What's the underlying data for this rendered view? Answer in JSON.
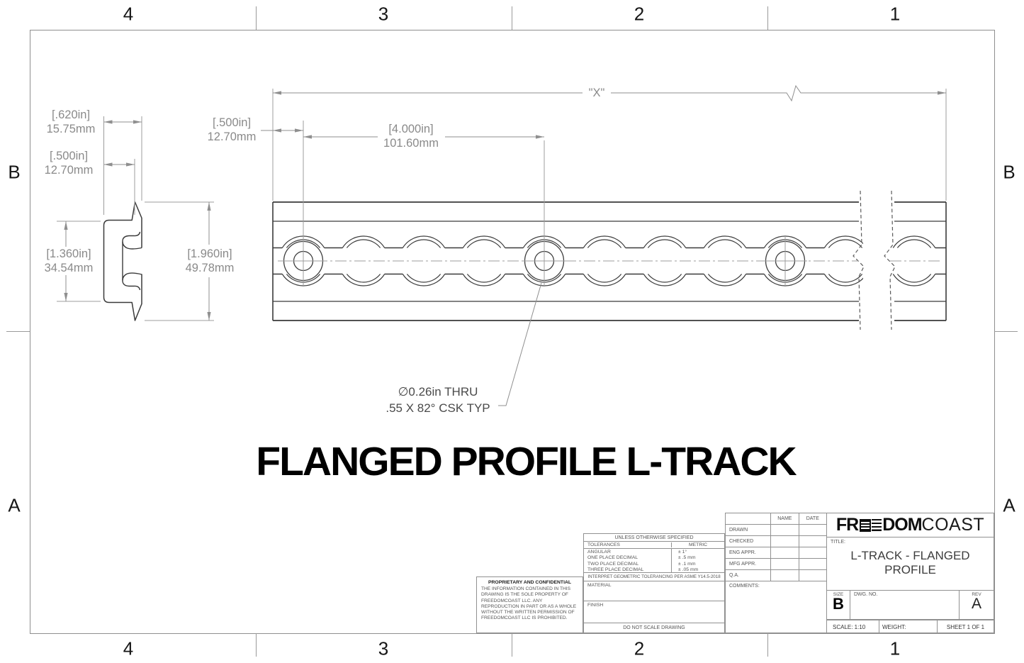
{
  "sheet": {
    "zone_cols": [
      "4",
      "3",
      "2",
      "1"
    ],
    "zone_rows": [
      "B",
      "A"
    ],
    "main_title": "FLANGED PROFILE L-TRACK"
  },
  "dims": {
    "flange_depth_in": "[.620in]",
    "flange_depth_mm": "15.75mm",
    "lip_depth_in": "[.500in]",
    "lip_depth_mm": "12.70mm",
    "body_height_in": "[1.360in]",
    "body_height_mm": "34.54mm",
    "overall_height_in": "[1.960in]",
    "overall_height_mm": "49.78mm",
    "end_offset_in": "[.500in]",
    "end_offset_mm": "12.70mm",
    "hole_pitch_in": "[4.000in]",
    "hole_pitch_mm": "101.60mm",
    "length_label": "\"X\"",
    "callout_line1": "∅0.26in THRU",
    "callout_line2": ".55 X 82° CSK TYP"
  },
  "title_block": {
    "proprietary_heading": "PROPRIETARY AND CONFIDENTIAL",
    "proprietary_body": "THE INFORMATION CONTAINED IN THIS DRAWING IS THE SOLE PROPERTY OF FREEDOMCOAST LLC.  ANY REPRODUCTION IN PART OR AS A WHOLE WITHOUT THE WRITTEN PERMISSION OF FREEDOMCOAST LLC IS PROHIBITED.",
    "unless": "UNLESS OTHERWISE SPECIFIED",
    "tolerances_label": "TOLERANCES",
    "metric_label": "METRIC",
    "tol_rows": [
      [
        "ANGULAR",
        "± 1°"
      ],
      [
        "ONE PLACE DECIMAL",
        "± .5 mm"
      ],
      [
        "TWO PLACE DECIMAL",
        "± .1 mm"
      ],
      [
        "THREE PLACE DECIMAL",
        "± .05 mm"
      ]
    ],
    "interpret": "INTERPRET GEOMETRIC TOLERANCING PER ASME Y14.5-2018",
    "material_label": "MATERIAL",
    "finish_label": "FINISH",
    "do_not_scale": "DO NOT SCALE DRAWING",
    "approval_headers": [
      "NAME",
      "DATE"
    ],
    "approval_rows": [
      "DRAWN",
      "CHECKED",
      "ENG APPR.",
      "MFG APPR.",
      "Q.A."
    ],
    "comments_label": "COMMENTS:",
    "logo_part1": "FR",
    "logo_part2": "DOM",
    "logo_part3": "COAST",
    "title_label": "TITLE:",
    "title_line1": "L-TRACK - FLANGED",
    "title_line2": "PROFILE",
    "size_label": "SIZE",
    "size_value": "B",
    "dwg_no_label": "DWG.  NO.",
    "rev_label": "REV",
    "rev_value": "A",
    "scale_text": "SCALE: 1:10",
    "weight_label": "WEIGHT:",
    "sheet_text": "SHEET 1 OF 1"
  }
}
